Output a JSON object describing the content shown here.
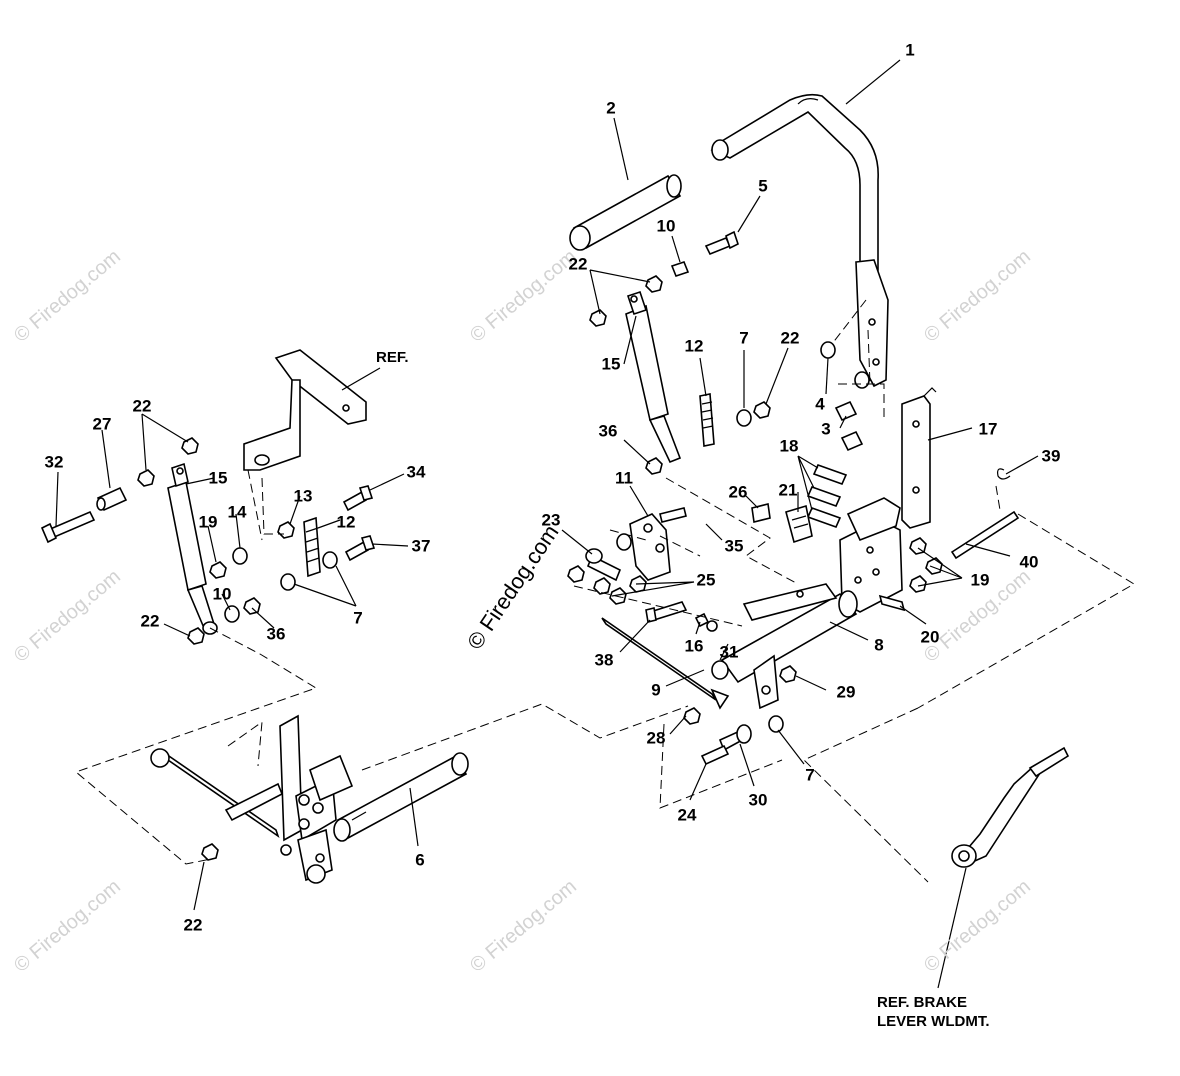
{
  "watermark": {
    "text": "© Firedog.com",
    "faint_text": "© Firedog.com"
  },
  "labels": {
    "n1": "1",
    "n2": "2",
    "n3": "3",
    "n4": "4",
    "n5": "5",
    "n6": "6",
    "n7a": "7",
    "n7b": "7",
    "n7c": "7",
    "n8": "8",
    "n9": "9",
    "n10a": "10",
    "n10b": "10",
    "n11": "11",
    "n12a": "12",
    "n12b": "12",
    "n13": "13",
    "n14": "14",
    "n15a": "15",
    "n15b": "15",
    "n16": "16",
    "n17": "17",
    "n18": "18",
    "n19a": "19",
    "n19b": "19",
    "n20": "20",
    "n21": "21",
    "n22a": "22",
    "n22b": "22",
    "n22c": "22",
    "n22d": "22",
    "n22e": "22",
    "n23": "23",
    "n24": "24",
    "n25": "25",
    "n26": "26",
    "n27": "27",
    "n28": "28",
    "n29": "29",
    "n30": "30",
    "n31": "31",
    "n32": "32",
    "n34": "34",
    "n35": "35",
    "n36a": "36",
    "n36b": "36",
    "n37": "37",
    "n38": "38",
    "n39": "39",
    "n40": "40"
  },
  "ref_notes": {
    "ref": "REF.",
    "brake_line1": "REF. BRAKE",
    "brake_line2": "LEVER WLDMT."
  }
}
